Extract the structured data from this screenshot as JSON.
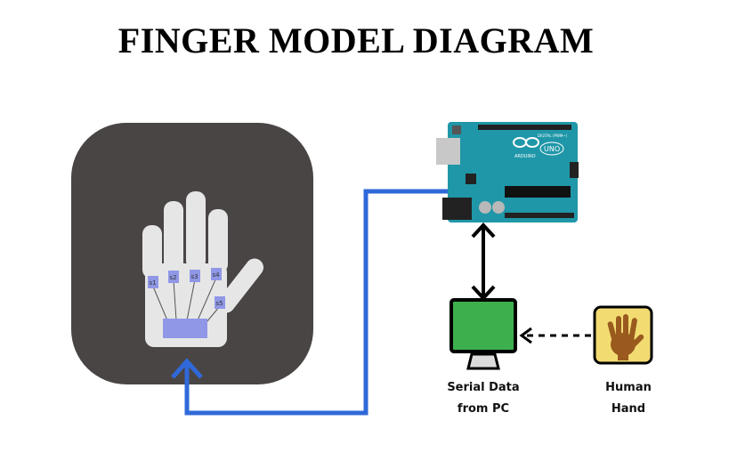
{
  "title": "FINGER MODEL DIAGRAM",
  "glove": {
    "sensors": [
      "s1",
      "s2",
      "s3",
      "s4",
      "s5"
    ]
  },
  "arduino": {
    "board_text": "UNO",
    "brand_text": "ARDUINO",
    "header_text": "DIGITAL (PWM~)"
  },
  "pc": {
    "caption_line1": "Serial Data",
    "caption_line2": "from PC"
  },
  "human_hand": {
    "caption_line1": "Human",
    "caption_line2": "Hand"
  },
  "colors": {
    "glove_bg": "#4a4545",
    "glove": "#e6e6e6",
    "sensor": "#8f97e6",
    "blue_wire": "#2f69d9",
    "arduino": "#1f97a8",
    "monitor": "#3db04d",
    "hand_bg": "#f2dc72",
    "hand": "#9a5a1e"
  },
  "icons": [
    "glove-icon",
    "arduino-board-icon",
    "computer-monitor-icon",
    "human-hand-icon"
  ]
}
